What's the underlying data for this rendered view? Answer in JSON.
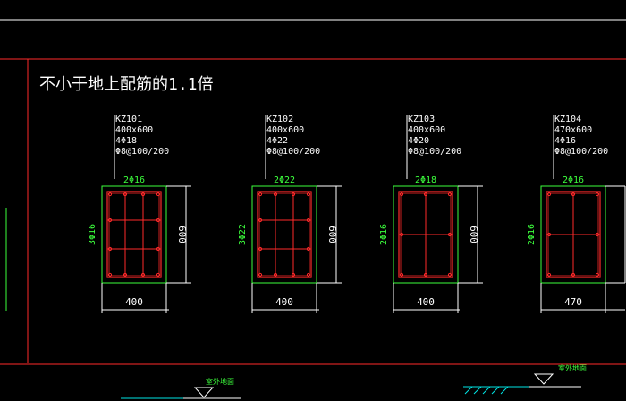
{
  "note": "不小于地上配筋的1.1倍",
  "colors": {
    "background": "#000000",
    "text": "#ffffff",
    "dimension": "#3cff3c",
    "rebar": "#ff2a2a",
    "outline": "#3cff3c",
    "border": "#ff2a2a",
    "ground": "#00e5e5"
  },
  "columns": [
    {
      "id": "KZ101",
      "size": "400x600",
      "corner_bars": "4Φ18",
      "stirrups": "Φ8@100/200",
      "top_bars": "2Φ16",
      "side_bars": "3Φ16",
      "width_label": "400",
      "height_label": "600",
      "inner_rows": 2,
      "inner_cols": 2
    },
    {
      "id": "KZ102",
      "size": "400x600",
      "corner_bars": "4Φ22",
      "stirrups": "Φ8@100/200",
      "top_bars": "2Φ22",
      "side_bars": "3Φ22",
      "width_label": "400",
      "height_label": "600",
      "inner_rows": 2,
      "inner_cols": 2
    },
    {
      "id": "KZ103",
      "size": "400x600",
      "corner_bars": "4Φ20",
      "stirrups": "Φ8@100/200",
      "top_bars": "2Φ18",
      "side_bars": "2Φ16",
      "width_label": "400",
      "height_label": "600",
      "inner_rows": 1,
      "inner_cols": 1
    },
    {
      "id": "KZ104",
      "size": "470x600",
      "corner_bars": "4Φ16",
      "stirrups": "Φ8@100/200",
      "top_bars": "2Φ16",
      "side_bars": "2Φ16",
      "width_label": "470",
      "height_label": "",
      "inner_rows": 1,
      "inner_cols": 1
    }
  ],
  "ground_labels": [
    "室外地面",
    "室外地面"
  ]
}
